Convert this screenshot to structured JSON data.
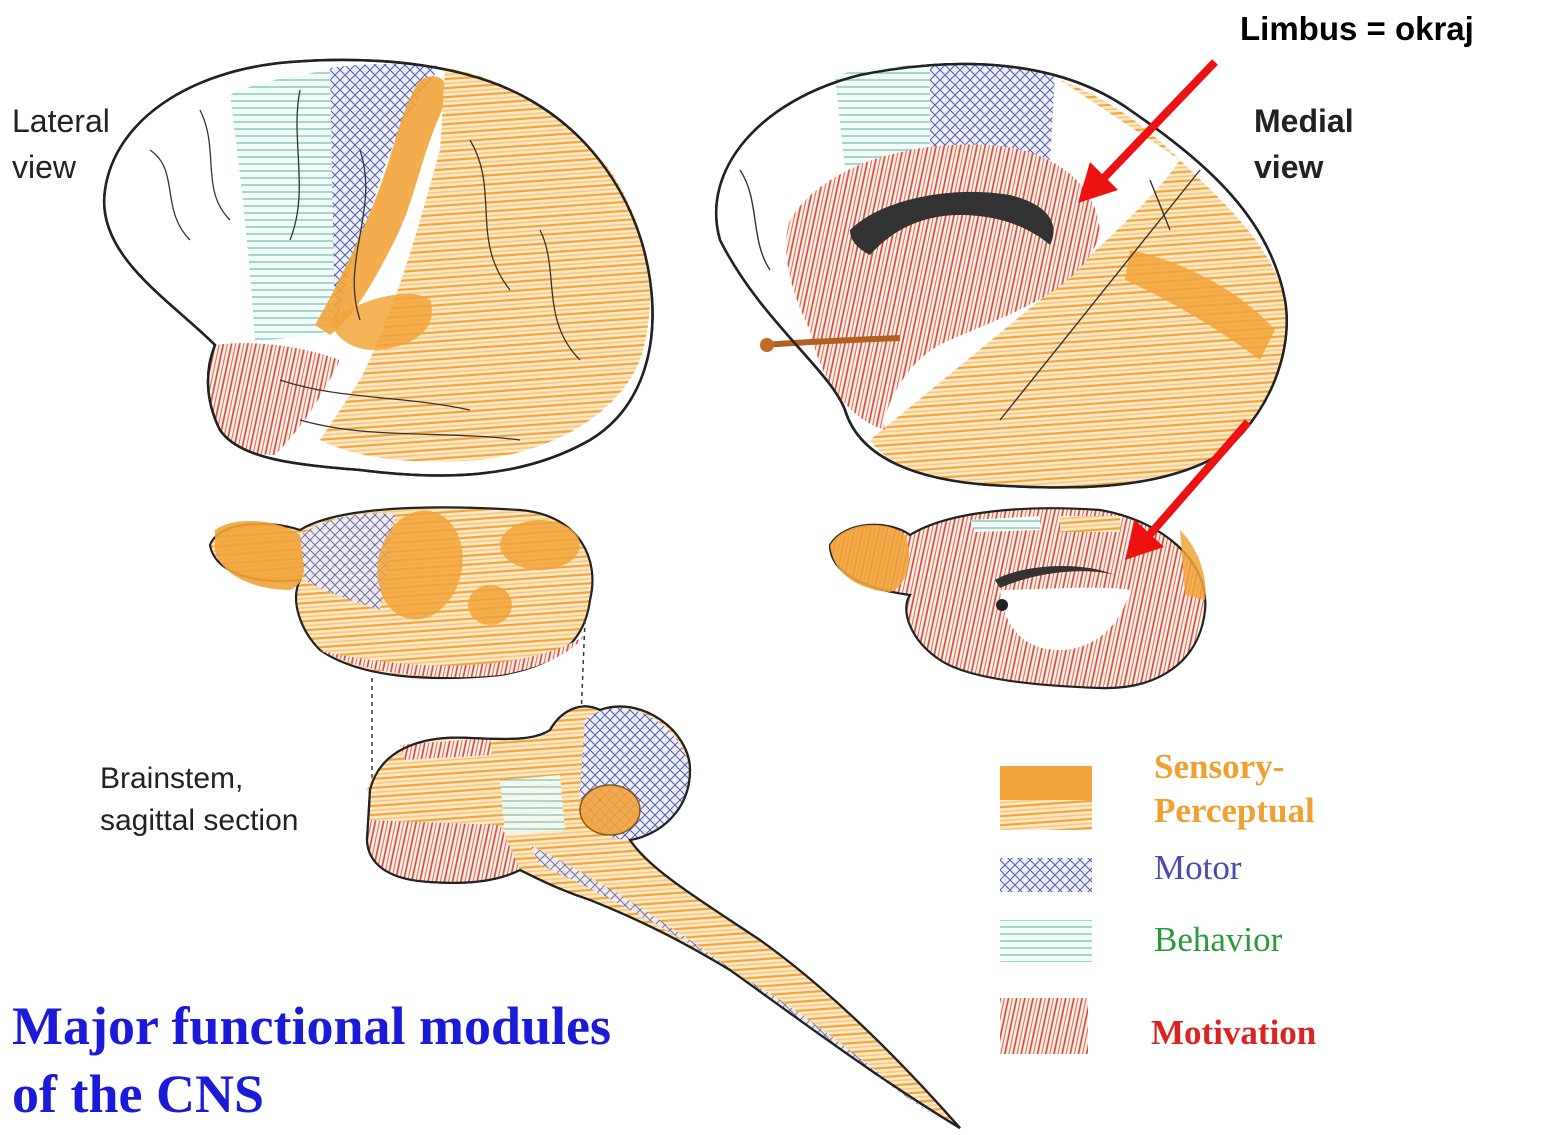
{
  "labels": {
    "limbus": "Limbus = okraj",
    "lateral_view": "Lateral\nview",
    "medial_view": "Medial\nview",
    "brainstem": "Brainstem,\nsagittal section",
    "title": "Major functional modules\nof the CNS"
  },
  "legend": {
    "sensory": "Sensory-\nPerceptual",
    "motor": "Motor",
    "behavior": "Behavior",
    "motivation": "Motivation"
  },
  "colors": {
    "sensory": "#f2a43a",
    "sensory_light": "#f7c77a",
    "motor": "#5a64b0",
    "behavior": "#6cc0a8",
    "motivation": "#d84a30",
    "arrow": "#ee1111",
    "title": "#1a1ad8"
  },
  "icons": [
    "lateral-brain-figure",
    "medial-brain-figure",
    "arrow-icon",
    "brainstem-figure"
  ]
}
